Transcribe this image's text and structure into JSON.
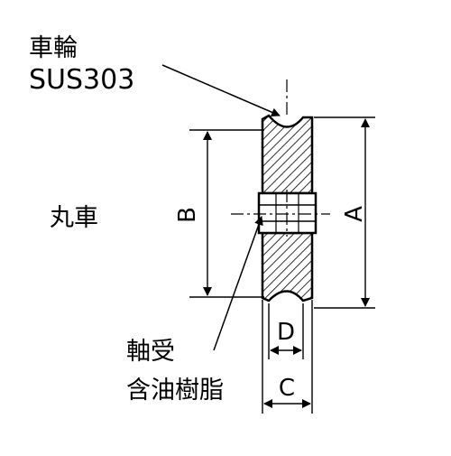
{
  "diagram": {
    "wheel_label": {
      "line1": "車輪",
      "line2": "SUS303"
    },
    "type_label": "丸車",
    "bearing_label": {
      "line1": "軸受",
      "line2": "含油樹脂"
    },
    "dimensions": {
      "A": "A",
      "B": "B",
      "C": "C",
      "D": "D"
    },
    "colors": {
      "line": "#000000",
      "background": "#ffffff"
    }
  }
}
